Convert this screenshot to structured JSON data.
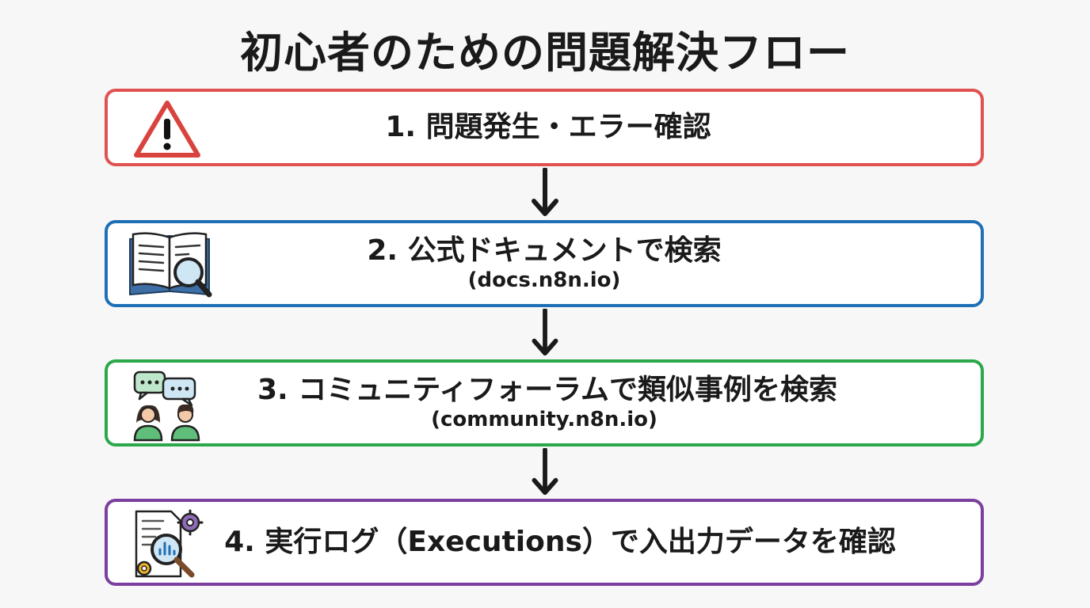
{
  "title": "初心者のための問題解決フロー",
  "steps": [
    {
      "label": "1. 問題発生・エラー確認",
      "sub": "",
      "color": "#e05252",
      "icon": "warning-icon"
    },
    {
      "label": "2. 公式ドキュメントで検索",
      "sub": "(docs.n8n.io)",
      "color": "#1f6fb5",
      "icon": "book-search-icon"
    },
    {
      "label": "3. コミュニティフォーラムで類似事例を検索",
      "sub": "(community.n8n.io)",
      "color": "#2aa84a",
      "icon": "community-chat-icon"
    },
    {
      "label": "4. 実行ログ（Executions）で入出力データを確認",
      "sub": "",
      "color": "#7b3fa0",
      "icon": "log-analysis-icon"
    }
  ]
}
